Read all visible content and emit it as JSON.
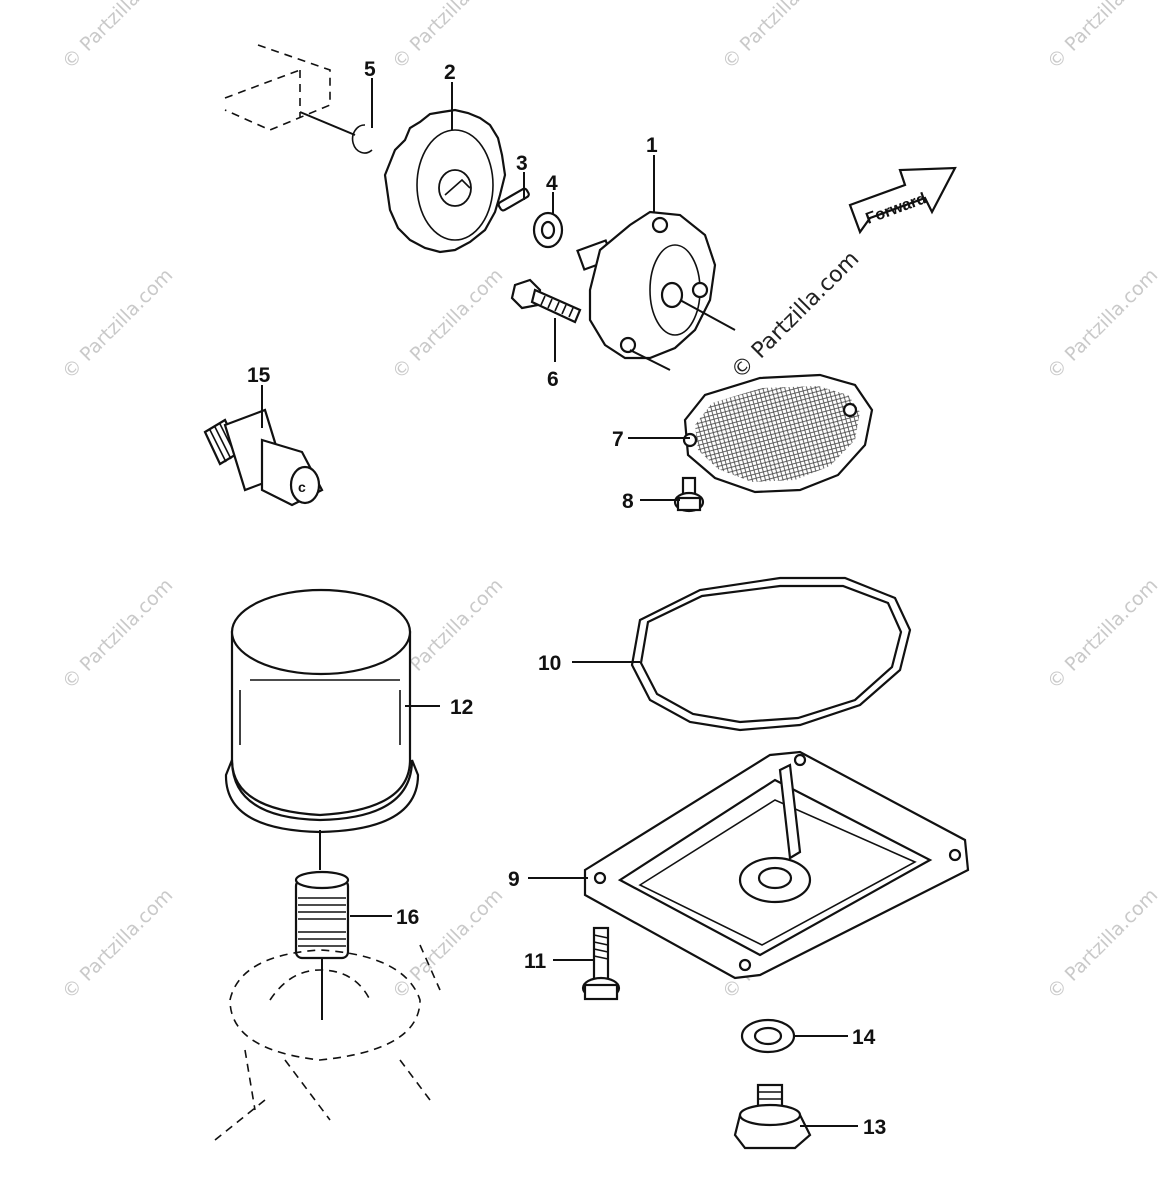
{
  "callouts": {
    "c1": "1",
    "c2": "2",
    "c3": "3",
    "c4": "4",
    "c5": "5",
    "c6": "6",
    "c7": "7",
    "c8": "8",
    "c9": "9",
    "c10": "10",
    "c11": "11",
    "c12": "12",
    "c13": "13",
    "c14": "14",
    "c15": "15",
    "c16": "16"
  },
  "direction_arrow": {
    "text": "Forward"
  },
  "watermark": {
    "small": "© Partzilla.com",
    "center": "© Partzilla.com"
  }
}
